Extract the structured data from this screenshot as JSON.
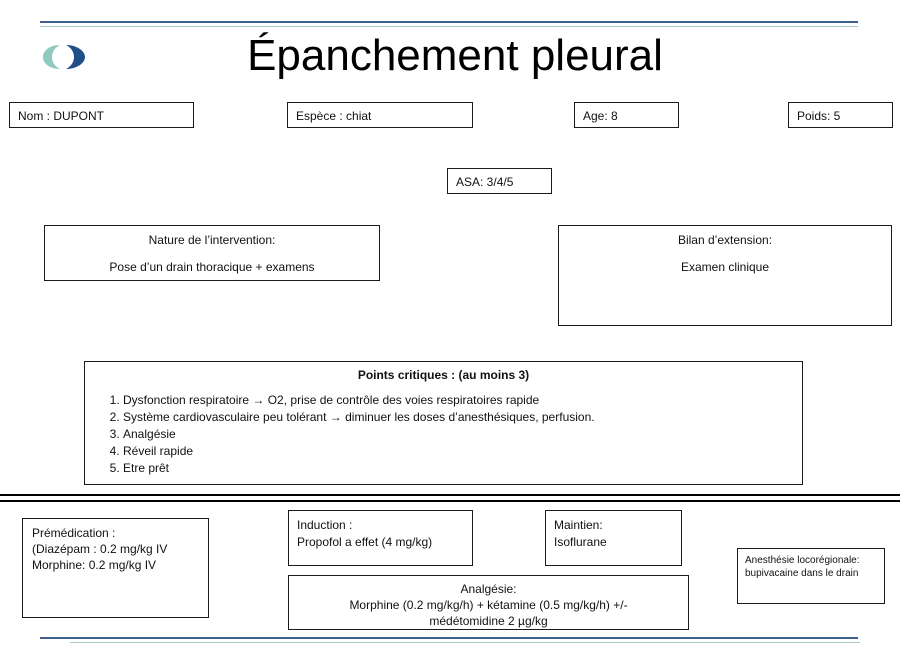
{
  "title": "Épanchement pleural",
  "patient": {
    "nom": "Nom : DUPONT",
    "espece": "Espèce :  chiat",
    "age": "Age: 8",
    "poids": "Poids: 5"
  },
  "asa": "ASA: 3/4/5",
  "intervention": {
    "heading": "Nature de l’intervention:",
    "value": "Pose d’un drain thoracique + examens"
  },
  "bilan": {
    "heading": "Bilan d’extension:",
    "value": "Examen clinique"
  },
  "points": {
    "heading": "Points critiques : (au moins 3)",
    "items": [
      "Dysfonction respiratoire → O2, prise de contrôle des voies respiratoires rapide",
      "Système cardiovasculaire peu tolérant → diminuer les doses d’anesthésiques,  perfusion.",
      "Analgésie",
      "Réveil rapide",
      "Etre prêt"
    ]
  },
  "premedication": {
    "heading": "Prémédication :",
    "line1": "(Diazépam : 0.2 mg/kg IV",
    "line2": "Morphine: 0.2 mg/kg IV"
  },
  "induction": {
    "heading": "Induction :",
    "value": "Propofol a effet (4 mg/kg)"
  },
  "maintien": {
    "heading": "Maintien:",
    "value": "Isoflurane"
  },
  "locoregionale": {
    "heading": "Anesthésie locorégionale:",
    "value": "bupivacaine dans le drain"
  },
  "analgesie": {
    "heading": "Analgésie:",
    "line1": "Morphine (0.2 mg/kg/h) + kétamine (0.5 mg/kg/h)  +/-",
    "line2": "médétomidine 2 µg/kg"
  },
  "colors": {
    "rule_dark": "#3f5f8f",
    "rule_light": "#a9c9c9",
    "logo_teal": "#8fc9c0",
    "logo_blue": "#1f4f86"
  },
  "icons": [
    "logo-icon"
  ]
}
